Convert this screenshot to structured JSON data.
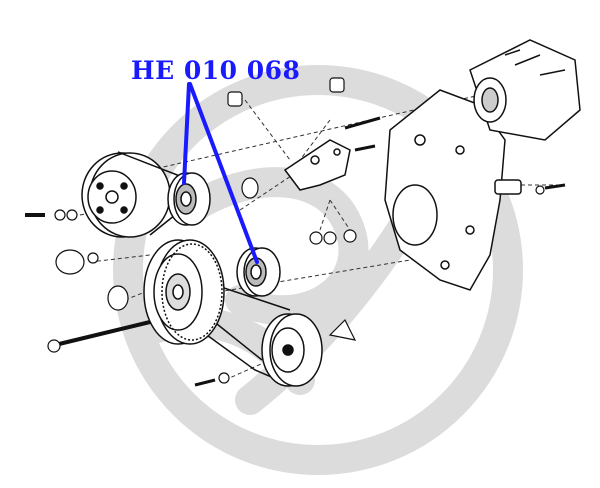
{
  "diagram": {
    "part_number": "HE 010 068",
    "colors": {
      "callout": "#1a1aff",
      "ink": "#111111",
      "watermark": "#d9d9d9"
    },
    "watermark": {
      "kind": "brand-logo",
      "description_icon": "swirl-circle-logo"
    },
    "parts": [
      {
        "name": "crankshaft-pulley"
      },
      {
        "name": "water-pump-pulley"
      },
      {
        "name": "tensioner-idler-pulley-upper"
      },
      {
        "name": "tensioner-idler-pulley-lower"
      },
      {
        "name": "alternator-pulley"
      },
      {
        "name": "tensioner-bracket"
      },
      {
        "name": "engine-block-cover"
      },
      {
        "name": "alternator"
      }
    ]
  }
}
